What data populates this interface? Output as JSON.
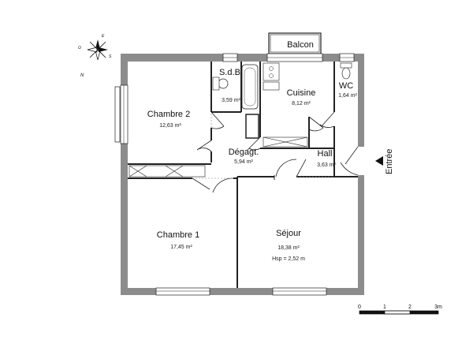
{
  "compass": {
    "labels": [
      "N",
      "E",
      "S",
      "O"
    ]
  },
  "balcony": {
    "label": "Balcon"
  },
  "rooms": {
    "sdb": {
      "name": "S.d.B.",
      "area": "3,59 m²"
    },
    "cuisine": {
      "name": "Cuisine",
      "area": "8,12 m²"
    },
    "wc": {
      "name": "WC",
      "area": "1,64 m²"
    },
    "chambre2": {
      "name": "Chambre 2",
      "area": "12,63 m²"
    },
    "degagement": {
      "name": "Dégagt.",
      "area": "5,94 m²"
    },
    "hall": {
      "name": "Hall",
      "area": "3,63 m²"
    },
    "chambre1": {
      "name": "Chambre 1",
      "area": "17,45 m²"
    },
    "sejour": {
      "name": "Séjour",
      "area": "18,38 m²",
      "height": "Hsp = 2,52 m"
    }
  },
  "entrance": {
    "label": "Entrée"
  },
  "scale": {
    "ticks": [
      "0",
      "1",
      "2",
      "3m"
    ]
  },
  "colors": {
    "wall": "#8c8c8c",
    "line": "#222222"
  }
}
